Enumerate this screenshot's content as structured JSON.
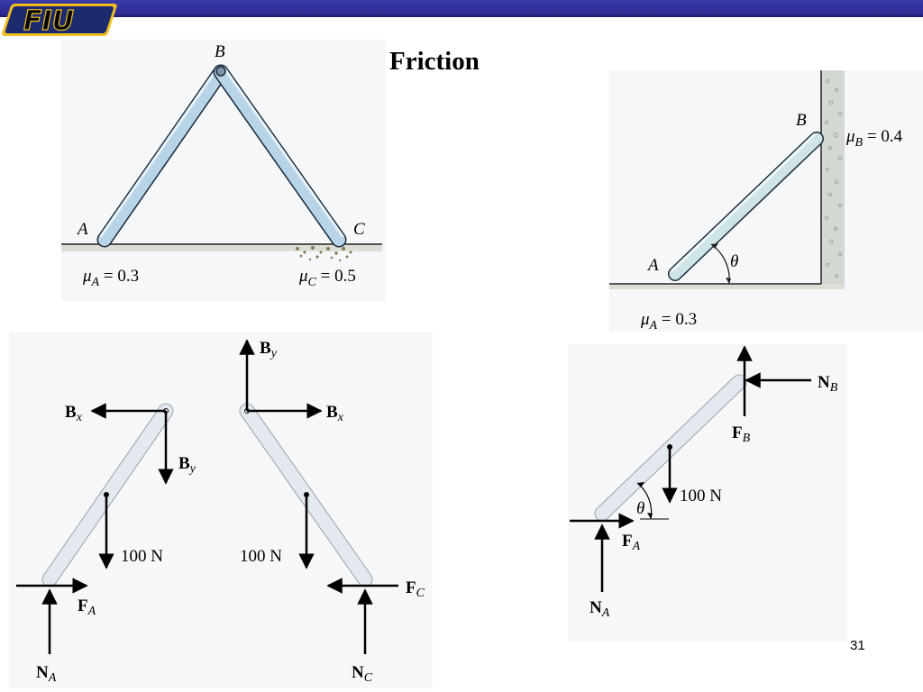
{
  "slide": {
    "title": "Friction",
    "number": "31",
    "logo_text": "FIU"
  },
  "colors": {
    "header_bar": "#2f2fa0",
    "logo_fill": "#ffffff",
    "logo_outline": "#f0c020",
    "member_fill": "#b8d4e8",
    "member_stroke": "#1a2a3a",
    "ladder_fill": "#cfe4e4",
    "fbd_member_fill": "#e4e9ef",
    "ground_shade": "#d8dcd4",
    "wall_texture": "#c9cec8"
  },
  "frame_figure": {
    "label_B": "B",
    "label_A": "A",
    "label_C": "C",
    "mu_A_sym": "μ",
    "mu_A_sub": "A",
    "mu_A_val": " = 0.3",
    "mu_C_sym": "μ",
    "mu_C_sub": "C",
    "mu_C_val": " = 0.5"
  },
  "ladder_figure": {
    "label_B": "B",
    "label_A": "A",
    "theta": "θ",
    "mu_B_sym": "μ",
    "mu_B_sub": "B",
    "mu_B_val": " = 0.4",
    "mu_A_sym": "μ",
    "mu_A_sub": "A",
    "mu_A_val": " = 0.3"
  },
  "fbd_left": {
    "Bx": "B",
    "Bx_sub": "x",
    "By": "B",
    "By_sub": "y",
    "weight": "100 N",
    "FA": "F",
    "FA_sub": "A",
    "NA": "N",
    "NA_sub": "A"
  },
  "fbd_right": {
    "By": "B",
    "By_sub": "y",
    "Bx": "B",
    "Bx_sub": "x",
    "weight": "100 N",
    "FC": "F",
    "FC_sub": "C",
    "NC": "N",
    "NC_sub": "C"
  },
  "fbd_ladder": {
    "NB": "N",
    "NB_sub": "B",
    "FB": "F",
    "FB_sub": "B",
    "weight": "100 N",
    "theta": "θ",
    "FA": "F",
    "FA_sub": "A",
    "NA": "N",
    "NA_sub": "A"
  }
}
